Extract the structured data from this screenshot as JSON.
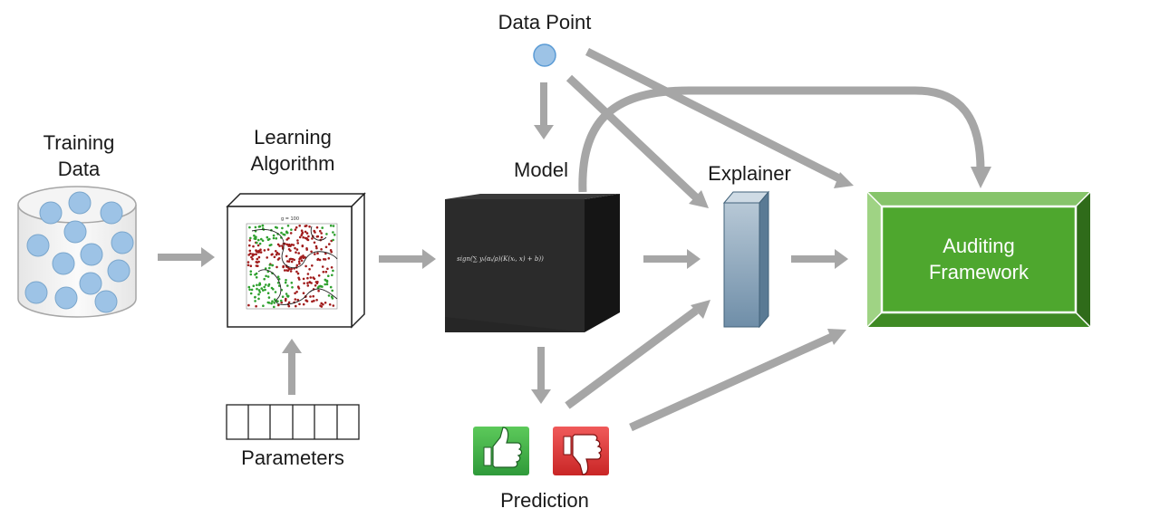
{
  "labels": {
    "training_data": "Training\nData",
    "learning_algorithm": "Learning\nAlgorithm",
    "parameters": "Parameters",
    "data_point": "Data Point",
    "model": "Model",
    "explainer": "Explainer",
    "prediction": "Prediction",
    "auditing_framework": "Auditing\nFramework"
  },
  "model_formula": "sign(∑ yᵢ(αᵢ/ρ)(K(xᵢ, x) + b))",
  "plot_title": "g = 100",
  "colors": {
    "arrow": "#a6a6a6",
    "circle_fill": "#9dc3e6",
    "circle_stroke": "#7aa6cc",
    "model_cube": "#262626",
    "explainer_front": "#8faac0",
    "audit_green": "#4ea72e",
    "audit_light": "#7fc25c",
    "audit_dark": "#2f6b1a",
    "thumb_up": "#3fb04a",
    "thumb_down": "#e23b3b"
  },
  "icons": [
    "thumbs-up-icon",
    "thumbs-down-icon",
    "database-icon"
  ]
}
